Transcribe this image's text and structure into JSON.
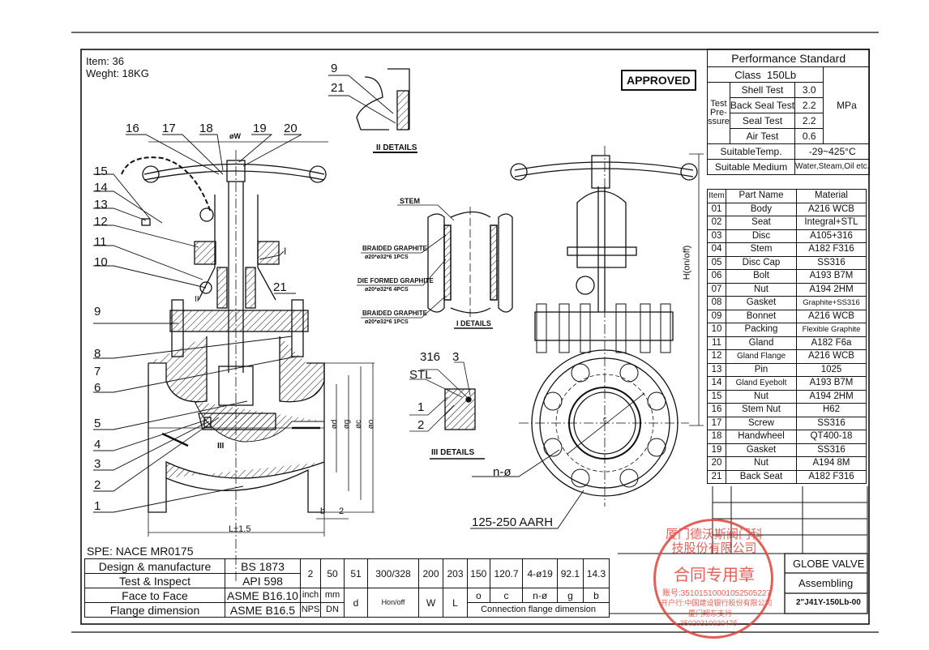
{
  "header": {
    "item": "Item: 36",
    "weight": "Weght: 18KG",
    "approved": "APPROVED"
  },
  "performance": {
    "title": "Performance Standard",
    "class_label": "Class",
    "class_value": "150Lb",
    "test_pressure": "Test Pre- ssure",
    "tests": [
      {
        "name": "Shell Test",
        "value": "3.0"
      },
      {
        "name": "Back Seal Test",
        "value": "2.2"
      },
      {
        "name": "Seal Test",
        "value": "2.2"
      },
      {
        "name": "Air Test",
        "value": "0.6"
      }
    ],
    "unit": "MPa",
    "temp_label": "SuitableTemp.",
    "temp_value": "-29~425°C",
    "medium_label": "Suitable Medium",
    "medium_value": "Water,Steam,Oil etc."
  },
  "parts": {
    "headers": [
      "Item",
      "Part Name",
      "Material"
    ],
    "rows": [
      [
        "01",
        "Body",
        "A216 WCB"
      ],
      [
        "02",
        "Seat",
        "Integral+STL"
      ],
      [
        "03",
        "Disc",
        "A105+316"
      ],
      [
        "04",
        "Stem",
        "A182 F316"
      ],
      [
        "05",
        "Disc Cap",
        "SS316"
      ],
      [
        "06",
        "Bolt",
        "A193 B7M"
      ],
      [
        "07",
        "Nut",
        "A194 2HM"
      ],
      [
        "08",
        "Gasket",
        "Graphite+SS316"
      ],
      [
        "09",
        "Bonnet",
        "A216 WCB"
      ],
      [
        "10",
        "Packing",
        "Flexible Graphite"
      ],
      [
        "11",
        "Gland",
        "A182 F6a"
      ],
      [
        "12",
        "Gland Flange",
        "A216 WCB"
      ],
      [
        "13",
        "Pin",
        "1025"
      ],
      [
        "14",
        "Gland Eyebolt",
        "A193 B7M"
      ],
      [
        "15",
        "Nut",
        "A194 2HM"
      ],
      [
        "16",
        "Stem Nut",
        "H62"
      ],
      [
        "17",
        "Screw",
        "SS316"
      ],
      [
        "18",
        "Handwheel",
        "QT400-18"
      ],
      [
        "19",
        "Gasket",
        "SS316"
      ],
      [
        "20",
        "Nut",
        "A194 8M"
      ],
      [
        "21",
        "Back Seat",
        "A182 F316"
      ]
    ]
  },
  "spec": {
    "spe": "SPE: NACE MR0175",
    "standards": [
      {
        "label": "Design & manufacture",
        "value": "BS 1873"
      },
      {
        "label": "Test & Inspect",
        "value": "API 598"
      },
      {
        "label": "Face to Face",
        "value": "ASME B16.10"
      },
      {
        "label": "Flange dimension",
        "value": "ASME B16.5"
      }
    ],
    "values": [
      "2",
      "50",
      "51",
      "300/328",
      "200",
      "203",
      "150",
      "120.7",
      "4-ø19",
      "92.1",
      "14.3"
    ],
    "units": [
      "inch",
      "mm"
    ],
    "symbols": [
      "NPS",
      "DN",
      "d",
      "Hon/off",
      "W",
      "L"
    ],
    "flange_symbols": [
      "o",
      "c",
      "n-ø",
      "g",
      "b"
    ],
    "flange_caption": "Connection flange dimension"
  },
  "title_block": {
    "name": "GLOBE VALVE",
    "type": "Assembling",
    "code": "2\"J41Y-150Lb-00"
  },
  "drawing": {
    "top_callouts": [
      "16",
      "17",
      "18",
      "19",
      "20"
    ],
    "left_callouts": [
      "15",
      "14",
      "13",
      "12",
      "11",
      "10",
      "9",
      "8",
      "7",
      "6",
      "5",
      "4",
      "3",
      "2",
      "1"
    ],
    "dia_w": "øW",
    "marker_i": "I",
    "marker_ii": "II",
    "marker_iii": "III",
    "callout_21": "21",
    "dims": [
      "ød",
      "øg",
      "øc",
      "øo"
    ],
    "dim_b": "b",
    "dim_2": "2",
    "dim_l": "L±1.5",
    "dim_h": "H(on/off)",
    "dim_c": "c",
    "n_phi": "n-ø",
    "finish": "125-250 AARH"
  },
  "detail_ii": {
    "callouts": [
      "9",
      "21"
    ],
    "caption": "II DETAILS"
  },
  "detail_i": {
    "stem": "STEM",
    "p1": "BRAIDED GRAPHITE",
    "p1s": "ø20*ø32*6   1PCS",
    "p2": "DIE FORMED GRAPHITE",
    "p2s": "ø20*ø32*6   4PCS",
    "p3": "BRAIDED GRAPHITE",
    "p3s": "ø20*ø32*6   1PCS",
    "caption": "I DETAILS"
  },
  "detail_iii": {
    "c316": "316",
    "c3": "3",
    "stl": "STL",
    "c1": "1",
    "c2": "2",
    "caption": "III DETAILS"
  },
  "stamp": {
    "text": "厦门德沃斯阀门科技股份有限公司",
    "center": "合同专用章",
    "account": "账号:35101510001052505227",
    "bank": "开户行:中国建设银行股份有限公司",
    "branch": "厦门翔东支行",
    "number": "3502031002047б"
  },
  "colors": {
    "stamp": "#e0443c",
    "ink": "#111111"
  }
}
